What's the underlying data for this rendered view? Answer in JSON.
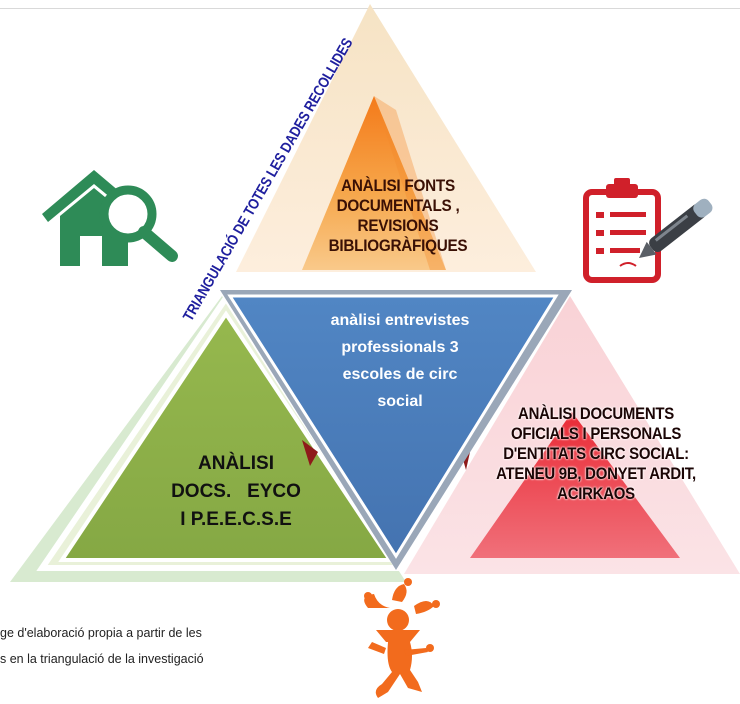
{
  "diagram": {
    "side_label": "TRIANGULACIÓ DE TOTES LES DADES RECOLLIDES",
    "triangles": {
      "top": "ANÀLISI FONTS DOCUMENTALS , REVISIONS BIBLIOGRÀFIQUES",
      "center_lines": [
        "anàlisi entrevistes",
        "professionals 3",
        "escoles de circ",
        "social"
      ],
      "left_lines": [
        "ANÀLISI",
        "DOCS.   EYCO",
        "I P.E.E.C.S.E"
      ],
      "right": "ANÀLISI DOCUMENTS OFICIALS I PERSONALS D'ENTITATS CIRC SOCIAL: ATENEU 9B, DONYET ARDIT, ACIRKAOS"
    },
    "icons": {
      "house_search": "house-search-icon",
      "clipboard_pen": "clipboard-pen-icon",
      "jester": "jester-icon"
    },
    "colors": {
      "top": "#f7941d",
      "center": "#4f7fbf",
      "left": "#8fb04a",
      "right": "#e8505b",
      "house": "#2e8b57",
      "clipboard": "#d0202a",
      "jester": "#f26b1d",
      "side_text": "#1f1f9e"
    }
  },
  "caption": {
    "line1": "ge d'elaboració propia a partir de les",
    "line2": "s en la triangulació de la investigació"
  }
}
